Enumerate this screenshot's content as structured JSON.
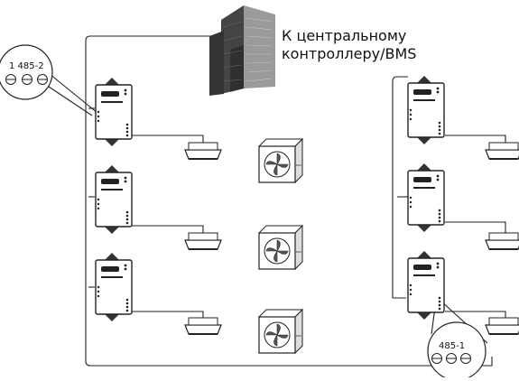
{
  "bms_label": {
    "line1": "К центральному",
    "line2": "контроллеру/BMS"
  },
  "left_terminal_label": "1 485-2",
  "right_terminal_label": "485-1 ",
  "colors": {
    "line": "#222222",
    "building_dark": "#4a4a4a",
    "building_light": "#b5b5b5"
  },
  "icons": [
    "building-icon",
    "controller-icon",
    "cassette-unit-icon",
    "outdoor-unit-icon",
    "terminal-block-icon"
  ]
}
